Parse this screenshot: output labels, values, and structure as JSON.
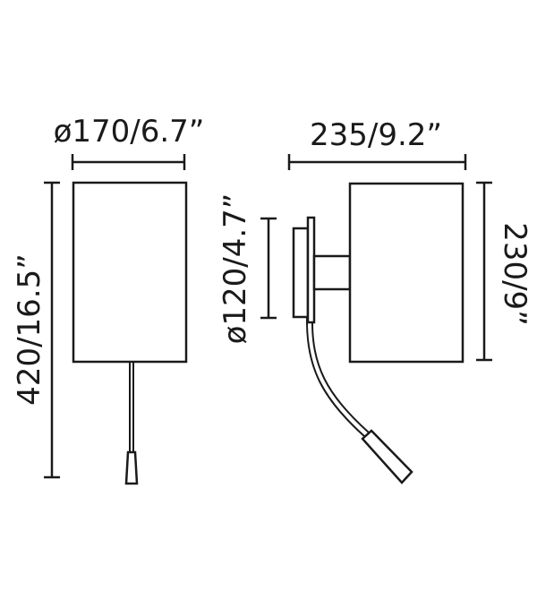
{
  "front_view": {
    "width_label": "ø170/6.7”",
    "height_label": "420/16.5”"
  },
  "side_view": {
    "depth_label": "235/9.2”",
    "shade_height_label": "230/9”",
    "base_diameter_label": "ø120/4.7”"
  }
}
